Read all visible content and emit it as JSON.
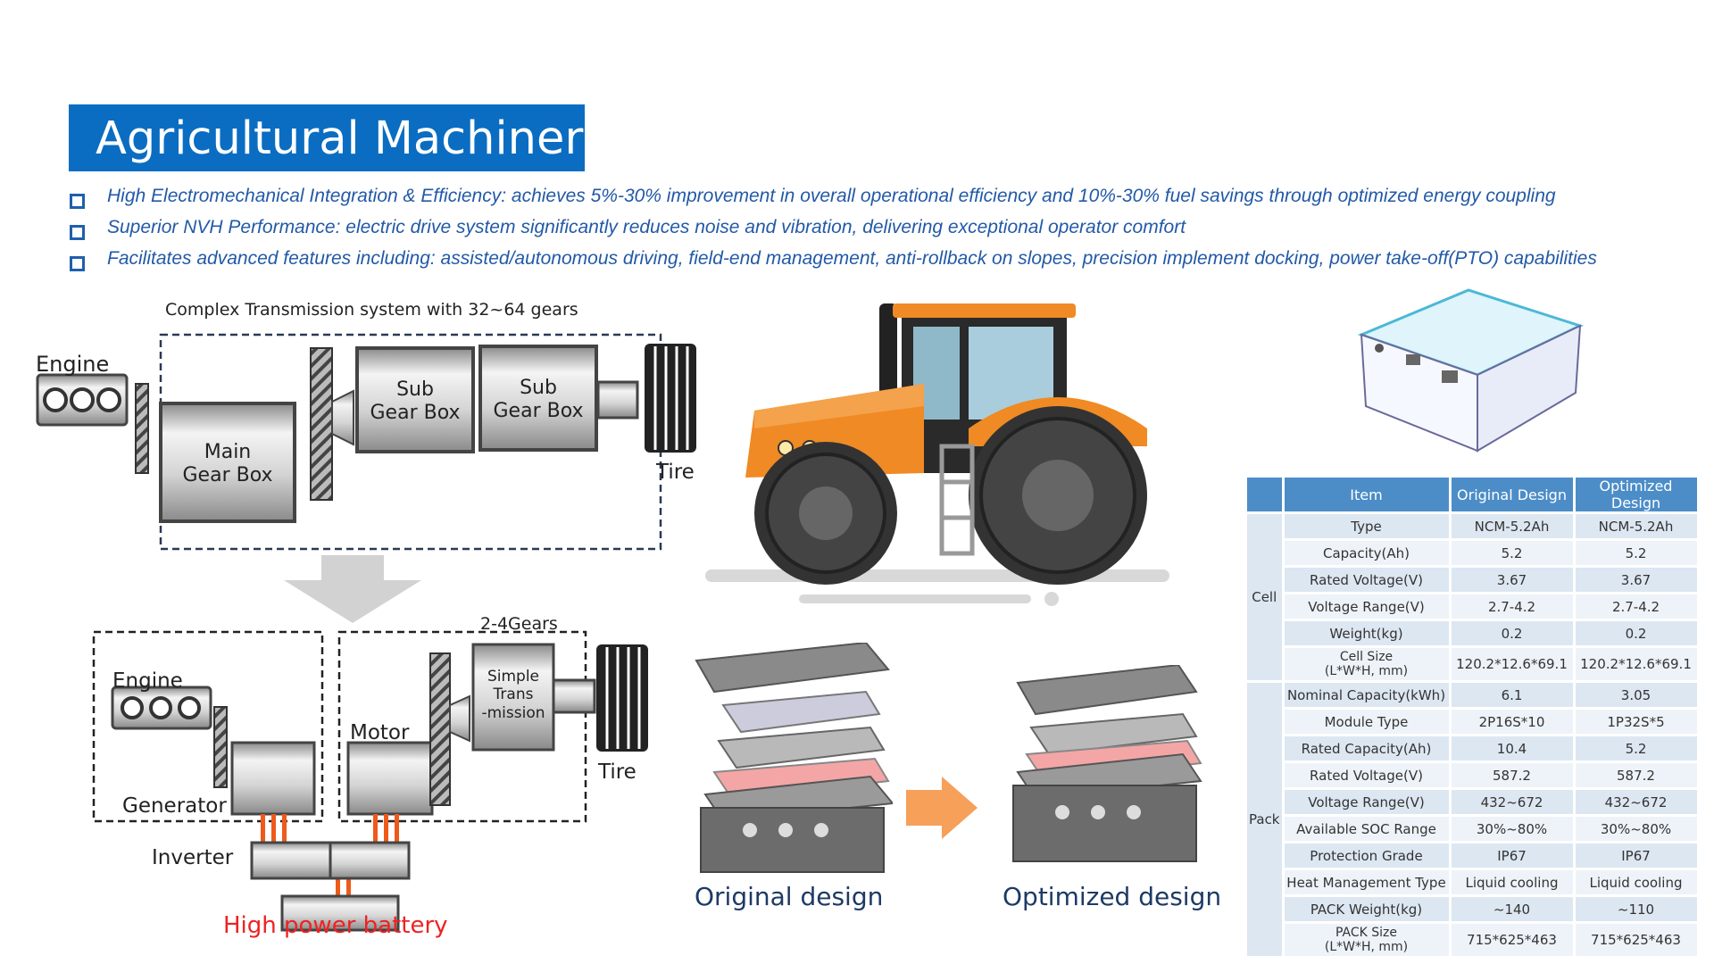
{
  "title": "Agricultural Machinery",
  "bullets": [
    "High Electromechanical Integration & Efficiency: achieves 5%-30% improvement in overall operational efficiency and 10%-30% fuel savings through optimized energy coupling",
    "Superior NVH Performance: electric drive system significantly reduces noise and vibration, delivering exceptional operator comfort",
    "Facilitates advanced features including: assisted/autonomous driving, field-end management, anti-rollback on slopes, precision implement docking, power take-off(PTO) capabilities"
  ],
  "diagram_top": {
    "caption": "Complex Transmission system with 32~64 gears",
    "engine": "Engine",
    "main_gear_box": [
      "Main",
      "Gear Box"
    ],
    "sub_gear_box_1": [
      "Sub",
      "Gear Box"
    ],
    "sub_gear_box_2": [
      "Sub",
      "Gear Box"
    ],
    "tire": "Tire"
  },
  "diagram_bottom": {
    "gears_caption": "2-4Gears",
    "engine": "Engine",
    "generator": "Generator",
    "motor": "Motor",
    "simple_trans": [
      "Simple",
      "Trans",
      "-mission"
    ],
    "tire": "Tire",
    "inverter": "Inverter",
    "battery": "High power battery"
  },
  "captions": {
    "original": "Original design",
    "optimized": "Optimized design"
  },
  "colors": {
    "title_bg": "#0a6dc2",
    "bullet_text": "#2259a7",
    "battery_text": "#ee2222",
    "table_header": "#4c8dc8",
    "tractor_orange": "#f08a24",
    "arrow_orange": "#f6a05a"
  },
  "table": {
    "headers": [
      "Item",
      "Original Design",
      "Optimized Design"
    ],
    "groups": [
      {
        "name": "Cell",
        "rows": [
          [
            "Type",
            "NCM-5.2Ah",
            "NCM-5.2Ah"
          ],
          [
            "Capacity(Ah)",
            "5.2",
            "5.2"
          ],
          [
            "Rated Voltage(V)",
            "3.67",
            "3.67"
          ],
          [
            "Voltage Range(V)",
            "2.7-4.2",
            "2.7-4.2"
          ],
          [
            "Weight(kg)",
            "0.2",
            "0.2"
          ],
          [
            "Cell Size\n(L*W*H, mm)",
            "120.2*12.6*69.1",
            "120.2*12.6*69.1"
          ]
        ]
      },
      {
        "name": "Pack",
        "rows": [
          [
            "Nominal Capacity(kWh)",
            "6.1",
            "3.05"
          ],
          [
            "Module Type",
            "2P16S*10",
            "1P32S*5"
          ],
          [
            "Rated Capacity(Ah)",
            "10.4",
            "5.2"
          ],
          [
            "Rated Voltage(V)",
            "587.2",
            "587.2"
          ],
          [
            "Voltage Range(V)",
            "432~672",
            "432~672"
          ],
          [
            "Available SOC Range",
            "30%~80%",
            "30%~80%"
          ],
          [
            "Protection Grade",
            "IP67",
            "IP67"
          ],
          [
            "Heat Management Type",
            "Liquid cooling",
            "Liquid cooling"
          ],
          [
            "PACK Weight(kg)",
            "~140",
            "~110"
          ],
          [
            "PACK Size\n(L*W*H, mm)",
            "715*625*463",
            "715*625*463"
          ]
        ]
      }
    ]
  }
}
